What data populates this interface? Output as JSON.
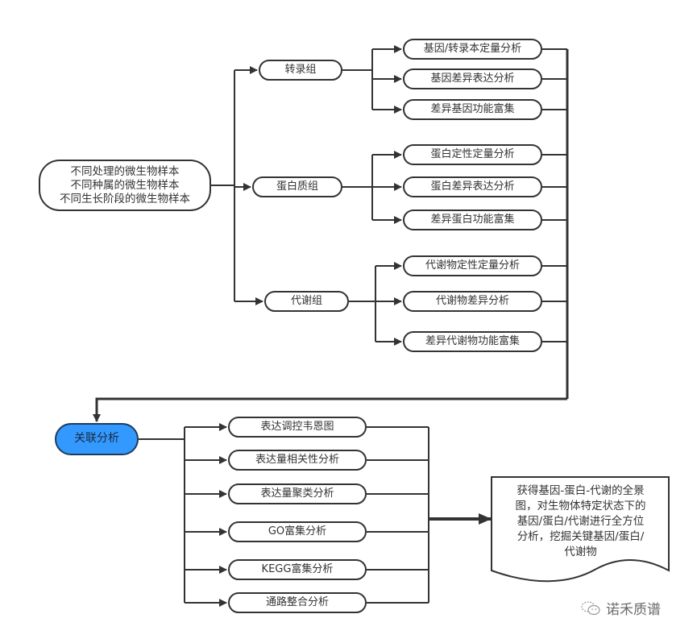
{
  "diagram": {
    "source": {
      "lines": [
        "不同处理的微生物样本",
        "不同种属的微生物样本",
        "不同生长阶段的微生物样本"
      ]
    },
    "omics_groups": [
      {
        "label": "转录组",
        "analyses": [
          "基因/转录本定量分析",
          "基因差异表达分析",
          "差异基因功能富集"
        ]
      },
      {
        "label": "蛋白质组",
        "analyses": [
          "蛋白定性定量分析",
          "蛋白差异表达分析",
          "差异蛋白功能富集"
        ]
      },
      {
        "label": "代谢组",
        "analyses": [
          "代谢物定性定量分析",
          "代谢物差异分析",
          "差异代谢物功能富集"
        ]
      }
    ],
    "integration": {
      "label": "关联分析",
      "color": "#3399ff",
      "analyses": [
        "表达调控韦恩图",
        "表达量相关性分析",
        "表达量聚类分析",
        "GO富集分析",
        "KEGG富集分析",
        "通路整合分析"
      ]
    },
    "outcome": {
      "lines": [
        "获得基因-蛋白-代谢的全景",
        "图，对生物体特定状态下的",
        "基因/蛋白/代谢进行全方位",
        "分析，挖掘关键基因/蛋白/",
        "代谢物"
      ]
    }
  },
  "watermark": {
    "icon": "wechat-icon",
    "text": "诺禾质谱"
  }
}
